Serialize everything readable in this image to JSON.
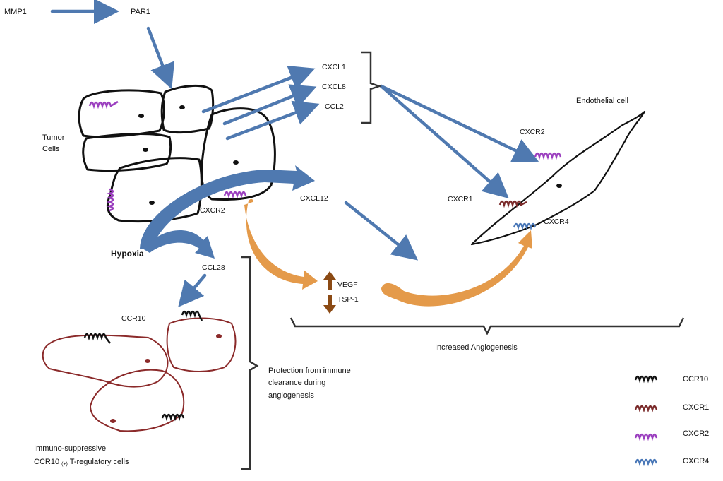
{
  "labels": {
    "mmp1": "MMP1",
    "par1": "PAR1",
    "cxcl1": "CXCL1",
    "cxcl8": "CXCL8",
    "ccl2": "CCL2",
    "tumor_1": "Tumor",
    "tumor_2": "Cells",
    "endothelial": "Endothelial cell",
    "cxcr2_endo": "CXCR2",
    "cxcr1_endo": "CXCR1",
    "cxcr4_endo": "CXCR4",
    "cxcr2_tumor": "CXCR2",
    "cxcl12": "CXCL12",
    "hypoxia": "Hypoxia",
    "ccl28": "CCL28",
    "ccr10": "CCR10",
    "vegf": "VEGF",
    "tsp1": "TSP-1",
    "increased_angiogenesis": "Increased Angiogenesis",
    "protection_1": "Protection from immune",
    "protection_2": "clearance during",
    "protection_3": "angiogenesis",
    "treg_1": "Immuno-suppressive",
    "treg_2_pre": "CCR10",
    "treg_2_sub": "(+)",
    "treg_2_post": "T-regulatory cells"
  },
  "legend": [
    {
      "label": "CCR10",
      "color": "#111111"
    },
    {
      "label": "CXCR1",
      "color": "#7a2a2a"
    },
    {
      "label": "CXCR2",
      "color": "#9b3fbf"
    },
    {
      "label": "CXCR4",
      "color": "#4a78b8"
    }
  ],
  "colors": {
    "arrow_blue": "#4f79b0",
    "arrow_orange": "#e49a4a",
    "treg_outline": "#8b2a2a",
    "vegf_arrow": "#8b4a14"
  }
}
